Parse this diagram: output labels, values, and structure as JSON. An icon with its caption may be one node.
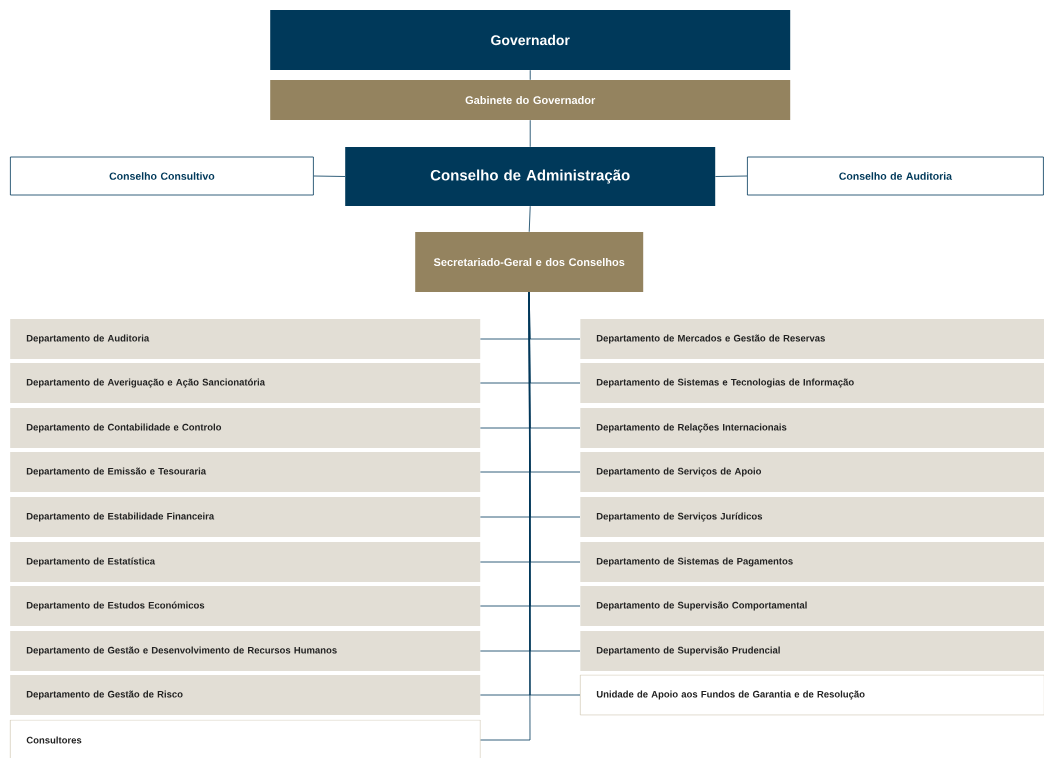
{
  "diagram": {
    "nodes": [
      {
        "text": [
          "Governador"
        ]
      },
      {
        "text": [
          "Gabinete do Governador"
        ]
      },
      {
        "text": [
          "Conselho Consultivo"
        ]
      },
      {
        "text": [
          "Conselho de Administração"
        ]
      },
      {
        "text": [
          "Conselho de Auditoria"
        ]
      },
      {
        "text": [
          "Secretariado-Geral e dos Conselhos"
        ]
      },
      {
        "text": [
          "Departamento de Auditoria"
        ]
      },
      {
        "text": [
          "Departamento de Mercados e Gestão de Reservas"
        ]
      },
      {
        "text": [
          "Departamento de Averiguação e Ação Sancionatória"
        ]
      },
      {
        "text": [
          "Departamento de Sistemas e Tecnologias de Informação"
        ]
      },
      {
        "text": [
          "Departamento de Contabilidade e Controlo"
        ]
      },
      {
        "text": [
          "Departamento de Relações Internacionais"
        ]
      },
      {
        "text": [
          "Departamento de Emissão e Tesouraria"
        ]
      },
      {
        "text": [
          "Departamento de Serviços de Apoio"
        ]
      },
      {
        "text": [
          "Departamento de Estabilidade Financeira"
        ]
      },
      {
        "text": [
          "Departamento de Serviços Jurídicos"
        ]
      },
      {
        "text": [
          "Departamento de Estatística"
        ]
      },
      {
        "text": [
          "Departamento de Sistemas de Pagamentos"
        ]
      },
      {
        "text": [
          "Departamento de Estudos Económicos"
        ]
      },
      {
        "text": [
          "Departamento de Supervisão Comportamental"
        ]
      },
      {
        "text": [
          "Departamento de Gestão e Desenvolvimento de Recursos Humanos"
        ]
      },
      {
        "text": [
          "Departamento de Supervisão Prudencial"
        ]
      },
      {
        "text": [
          "Departamento de Gestão de Risco"
        ]
      },
      {
        "text": [
          "Unidade de Apoio aos Fundos de Garantia e de Resolução"
        ]
      },
      {
        "text": [
          "Consultores"
        ]
      }
    ],
    "edges": [
      {
        "from": 0,
        "to": 1,
        "arrow": "none"
      },
      {
        "from": 1,
        "to": 3,
        "arrow": "none"
      },
      {
        "from": 2,
        "to": 3,
        "arrow": "none"
      },
      {
        "from": 3,
        "to": 4,
        "arrow": "none"
      },
      {
        "from": 3,
        "to": 5,
        "arrow": "none"
      },
      {
        "from": 5,
        "to": 6,
        "arrow": "none"
      },
      {
        "from": 5,
        "to": 7,
        "arrow": "none"
      },
      {
        "from": 5,
        "to": 8,
        "arrow": "none"
      },
      {
        "from": 5,
        "to": 9,
        "arrow": "none"
      },
      {
        "from": 5,
        "to": 10,
        "arrow": "none"
      },
      {
        "from": 5,
        "to": 11,
        "arrow": "none"
      },
      {
        "from": 5,
        "to": 12,
        "arrow": "none"
      },
      {
        "from": 5,
        "to": 13,
        "arrow": "none"
      },
      {
        "from": 5,
        "to": 14,
        "arrow": "none"
      },
      {
        "from": 5,
        "to": 15,
        "arrow": "none"
      },
      {
        "from": 5,
        "to": 16,
        "arrow": "none"
      },
      {
        "from": 5,
        "to": 17,
        "arrow": "none"
      },
      {
        "from": 5,
        "to": 18,
        "arrow": "none"
      },
      {
        "from": 5,
        "to": 19,
        "arrow": "none"
      },
      {
        "from": 5,
        "to": 20,
        "arrow": "none"
      },
      {
        "from": 5,
        "to": 21,
        "arrow": "none"
      },
      {
        "from": 5,
        "to": 22,
        "arrow": "none"
      },
      {
        "from": 5,
        "to": 23,
        "arrow": "none"
      },
      {
        "from": 5,
        "to": 24,
        "arrow": "none"
      }
    ]
  }
}
